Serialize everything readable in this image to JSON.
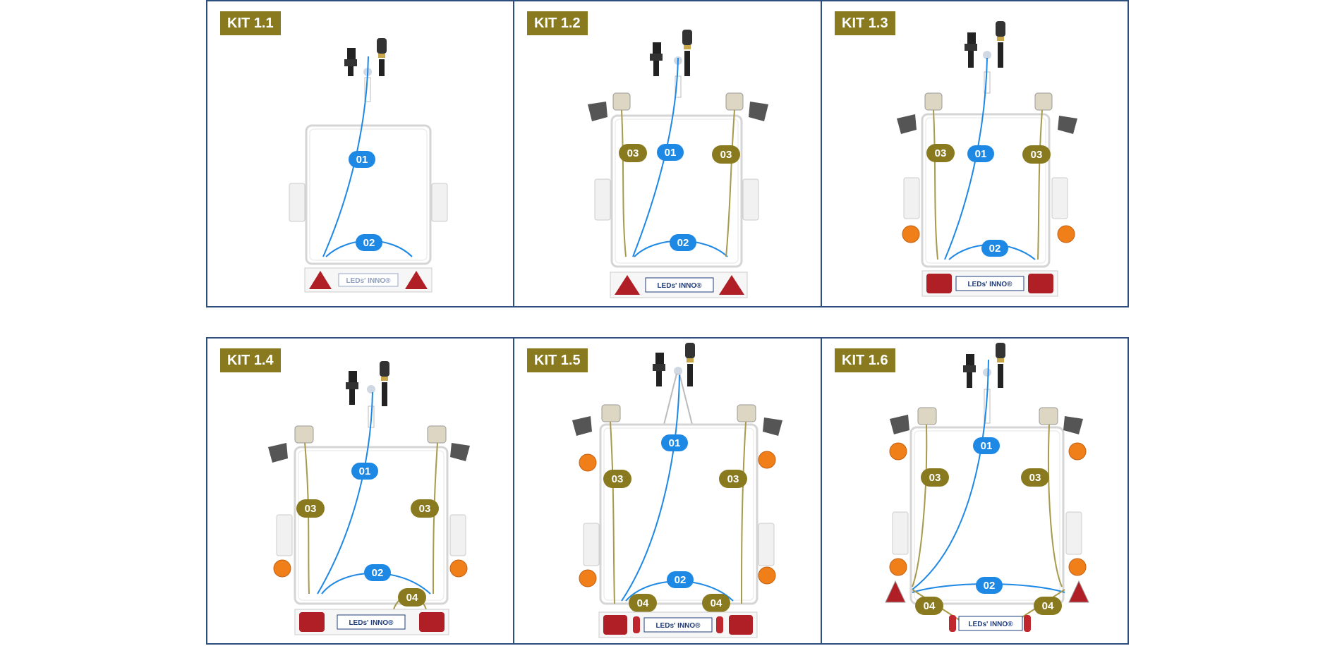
{
  "colors": {
    "border": "#2e4e7e",
    "label_bg": "#8a7a1f",
    "blue": "#1e88e5",
    "olive": "#8a7a1f",
    "cable_olive": "#a89a4c",
    "red": "#c0262d",
    "orange": "#f07f1a"
  },
  "plate_text": "LEDs' INNO®",
  "kits": [
    {
      "label": "KIT 1.1",
      "wire_labels": {
        "main": "01",
        "rear": "02"
      }
    },
    {
      "label": "KIT 1.2",
      "wire_labels": {
        "main": "01",
        "rear": "02",
        "side_left": "03",
        "side_right": "03"
      }
    },
    {
      "label": "KIT 1.3",
      "wire_labels": {
        "main": "01",
        "rear": "02",
        "side_left": "03",
        "side_right": "03"
      }
    },
    {
      "label": "KIT 1.4",
      "wire_labels": {
        "main": "01",
        "rear": "02",
        "side_left": "03",
        "side_right": "03",
        "tail_right": "04"
      }
    },
    {
      "label": "KIT 1.5",
      "wire_labels": {
        "main": "01",
        "rear": "02",
        "side_left": "03",
        "side_right": "03",
        "tail_left": "04",
        "tail_right": "04"
      }
    },
    {
      "label": "KIT 1.6",
      "wire_labels": {
        "main": "01",
        "rear": "02",
        "side_left": "03",
        "side_right": "03",
        "tail_left": "04",
        "tail_right": "04"
      }
    }
  ]
}
